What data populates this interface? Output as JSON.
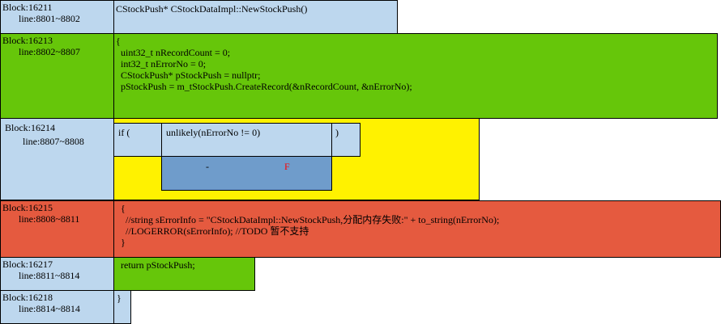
{
  "blocks": [
    {
      "block": "Block:16211",
      "lines": "line:8801~8802",
      "code": "CStockPush* CStockDataImpl::NewStockPush()"
    },
    {
      "block": "Block:16213",
      "lines": "line:8802~8807",
      "code": "{\n  uint32_t nRecordCount = 0;\n  int32_t nErrorNo = 0;\n  CStockPush* pStockPush = nullptr;\n  pStockPush = m_tStockPush.CreateRecord(&nRecordCount, &nErrorNo);"
    },
    {
      "block": "Block:16214",
      "lines": "line:8807~8808",
      "if_open": "if (",
      "condition": "unlikely(nErrorNo != 0)",
      "if_close": ")",
      "true_branch": "-",
      "false_branch": "F"
    },
    {
      "block": "Block:16215",
      "lines": "line:8808~8811",
      "code": "{\n  //string sErrorInfo = \"CStockDataImpl::NewStockPush,分配内存失败:\" + to_string(nErrorNo);\n  //LOGERROR(sErrorInfo); //TODO 暂不支持\n}"
    },
    {
      "block": "Block:16217",
      "lines": "line:8811~8814",
      "code": "return pStockPush;"
    },
    {
      "block": "Block:16218",
      "lines": "line:8814~8814",
      "code": "}"
    }
  ],
  "colors": {
    "header": "#bdd7ee",
    "sequential": "#66c60a",
    "branch": "#fff200",
    "error": "#e55a3f",
    "false_box": "#6f9ccb",
    "false_text": "#ff0000"
  }
}
